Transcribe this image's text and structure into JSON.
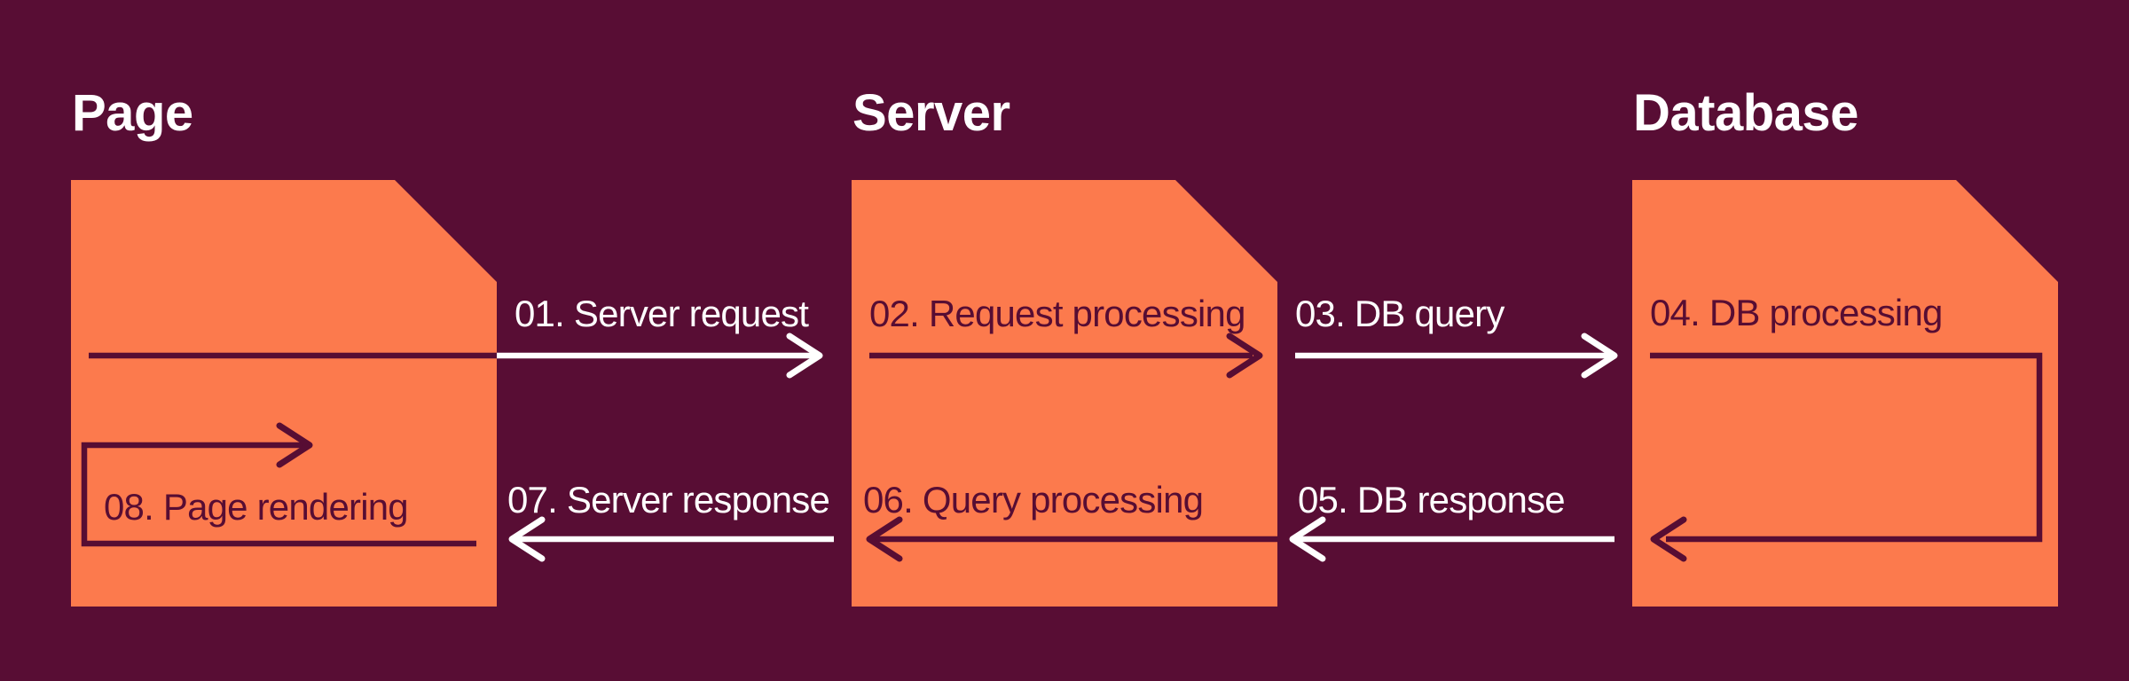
{
  "colors": {
    "background": "#580D34",
    "box": "#FC7A4D",
    "dark": "#570D33",
    "light": "#FFFFFF"
  },
  "headings": [
    {
      "label": "Page"
    },
    {
      "label": "Server"
    },
    {
      "label": "Database"
    }
  ],
  "steps": [
    {
      "label": "01. Server request"
    },
    {
      "label": "02. Request processing"
    },
    {
      "label": "03. DB query"
    },
    {
      "label": "04. DB processing"
    },
    {
      "label": "05. DB response"
    },
    {
      "label": "06. Query processing"
    },
    {
      "label": "07. Server response"
    },
    {
      "label": "08. Page rendering"
    }
  ]
}
